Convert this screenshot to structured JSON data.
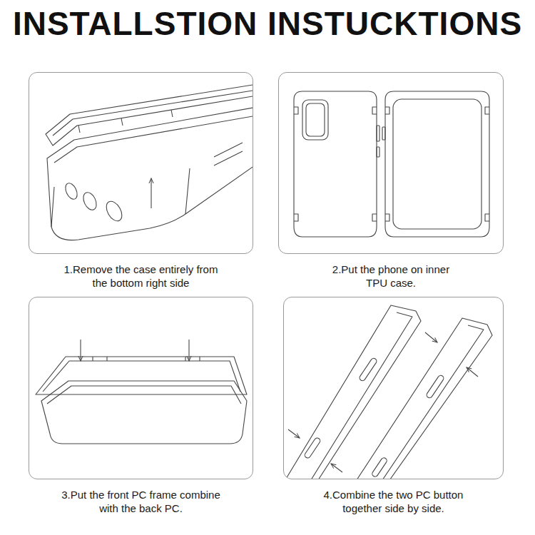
{
  "diagram": {
    "title": "INSTALLSTION INSTUCKTIONS",
    "nodes": [
      {
        "text": [
          "1.Remove the case entirely from the bottom right side"
        ]
      },
      {
        "text": [
          "2.Put the phone on inner TPU case."
        ]
      },
      {
        "text": [
          "3.Put the front PC frame combine with the back PC."
        ]
      },
      {
        "text": [
          "4.Combine the two PC button together side by side."
        ]
      }
    ]
  }
}
